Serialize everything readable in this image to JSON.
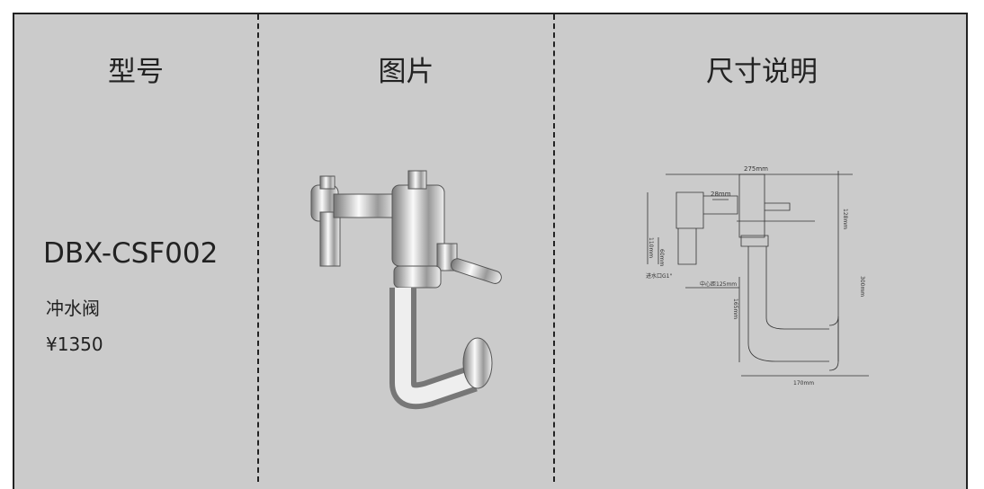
{
  "headers": {
    "model": "型号",
    "picture": "图片",
    "dimensions": "尺寸说明"
  },
  "product": {
    "model": "DBX-CSF002",
    "name": "冲水阀",
    "price": "¥1350"
  },
  "diagram": {
    "total_width": "275mm",
    "pipe": "28mm",
    "height_top": "128mm",
    "height_left": "110mm",
    "inlet_len": "60mm",
    "inlet": "进水口G1\"",
    "center": "中心距125mm",
    "drop": "165mm",
    "total_height": "300mm",
    "outlet": "170mm"
  }
}
